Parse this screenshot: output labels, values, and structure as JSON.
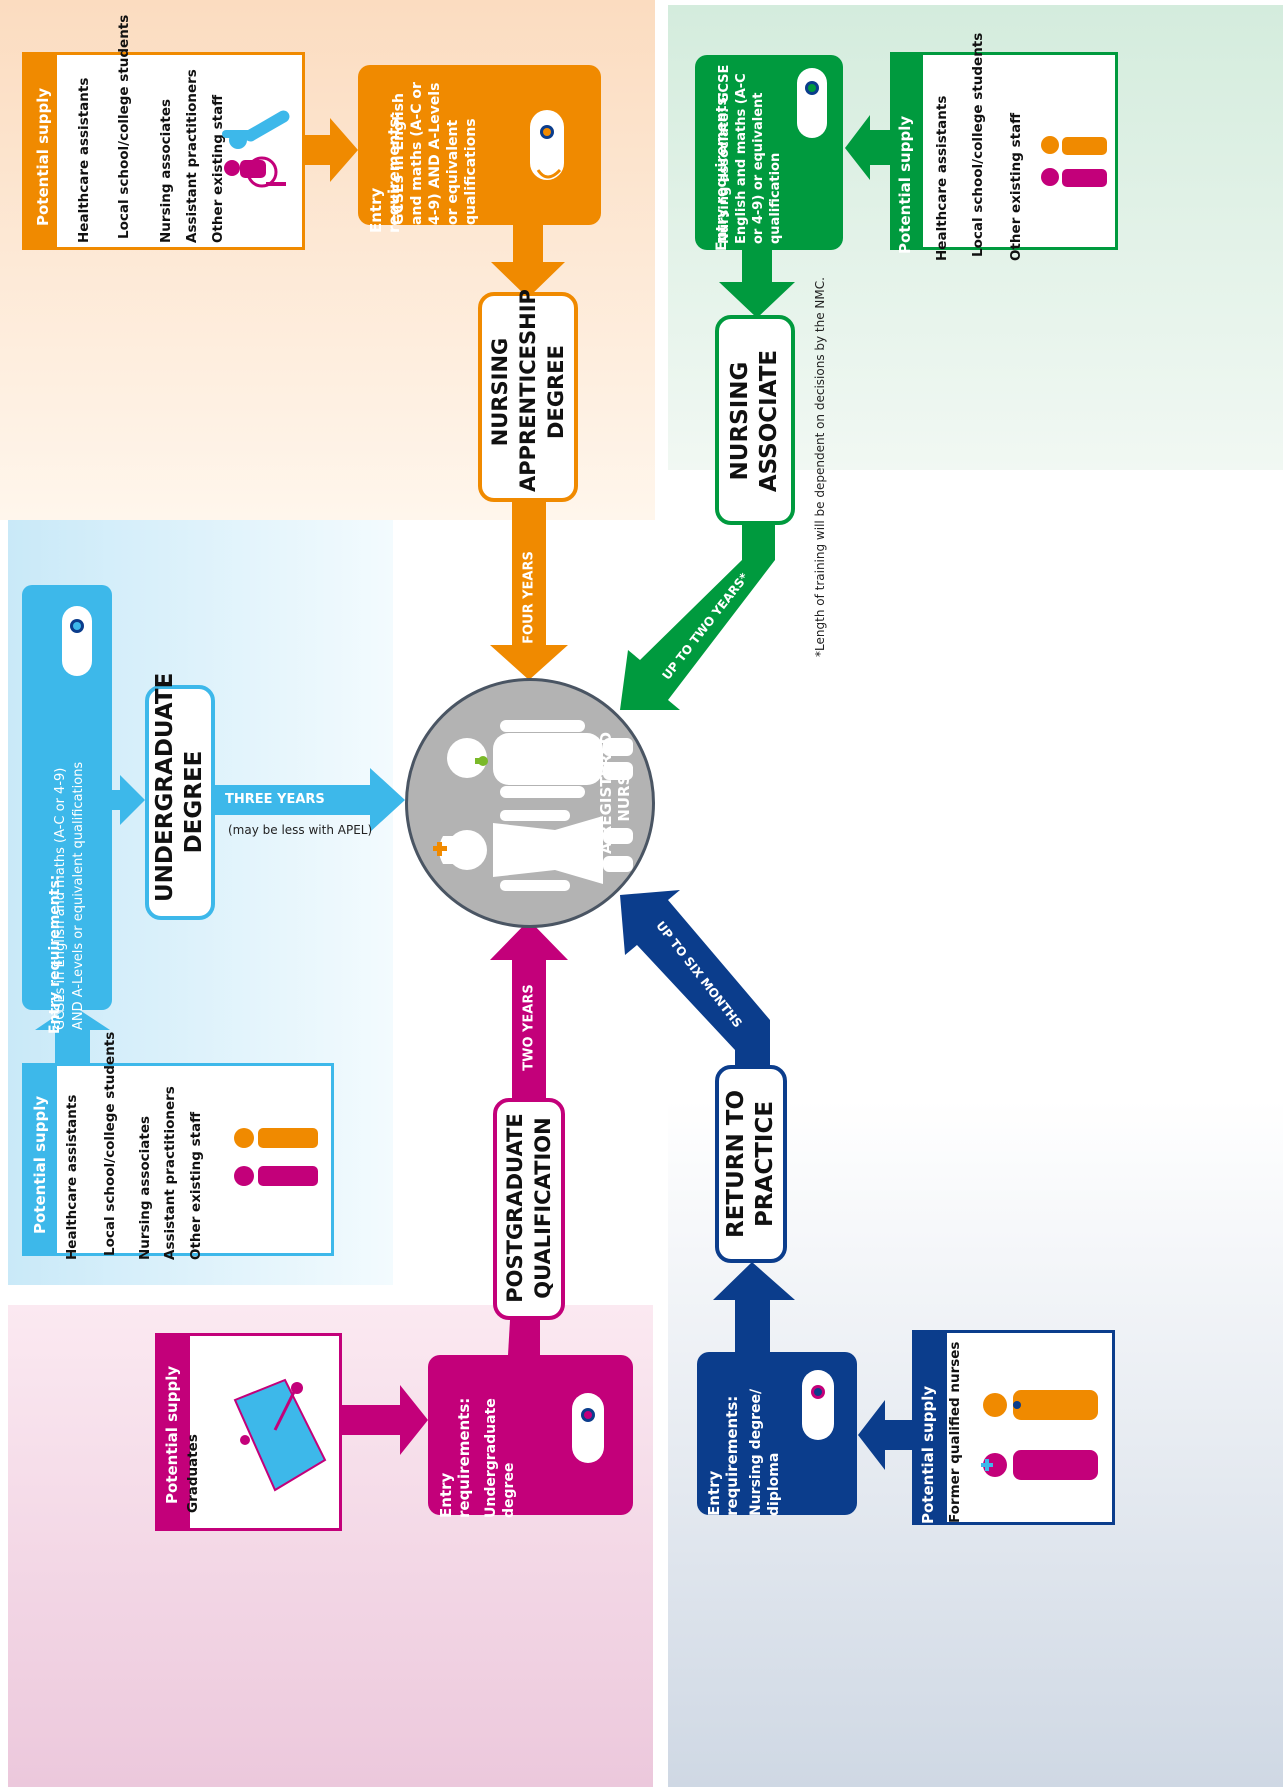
{
  "colors": {
    "orange": "#F08A00",
    "green": "#009A3E",
    "lightblue": "#3DB8EA",
    "magenta": "#C3007A",
    "navy": "#0B3D8C",
    "grey_circle": "#B3B3B3"
  },
  "center": {
    "label": "A REGISTERED\nNURSE"
  },
  "apprenticeship": {
    "supply_title": "Potential supply",
    "supply_items": [
      "Healthcare assistants",
      "Local school/college\nstudents",
      "Nursing associates",
      "Assistant practitioners",
      "Other existing staff"
    ],
    "entry_title": "Entry\nrequirements:",
    "entry_text": "GCSEs in English\nand maths (A-C or\n4-9) AND A-Levels\nor equivalent\nqualifications",
    "route": "NURSING\nAPPRENTICESHIP\nDEGREE",
    "duration": "FOUR YEARS"
  },
  "associate": {
    "supply_title": "Potential supply",
    "supply_items": [
      "Healthcare assistants",
      "Local school/college\nstudents",
      "Other existing staff"
    ],
    "entry_title": "Entry requirements:",
    "entry_text": "Nursing associate: GCSE\nEnglish and maths (A-C\nor 4-9) or equivalent\nqualification",
    "route": "NURSING\nASSOCIATE",
    "duration": "UP TO TWO YEARS*",
    "footnote": "*Length of training will be dependent on decisions by the NMC."
  },
  "undergraduate": {
    "supply_title": "Potential supply",
    "supply_items": [
      "Healthcare assistants",
      "Local school/college\nstudents",
      "Nursing associates",
      "Assistant practitioners",
      "Other existing staff"
    ],
    "entry_title": "Entry requirements:",
    "entry_text": "GCSEs in English and maths (A-C or 4-9)\nAND A-Levels or equivalent qualifications",
    "route": "UNDERGRADUATE\nDEGREE",
    "duration": "THREE YEARS",
    "duration_note": "(may be less with APEL)"
  },
  "postgraduate": {
    "supply_title": "Potential supply",
    "supply_items": [
      "Graduates"
    ],
    "entry_title": "Entry\nrequirements:",
    "entry_text": "Undergraduate\ndegree",
    "route": "POSTGRADUATE\nQUALIFICATION",
    "duration": "TWO YEARS"
  },
  "return": {
    "supply_title": "Potential supply",
    "supply_items": [
      "Former qualified nurses"
    ],
    "entry_title": "Entry\nrequirements:",
    "entry_text": "Nursing degree/\ndiploma",
    "route": "RETURN TO\nPRACTICE",
    "duration": "UP TO SIX MONTHS"
  }
}
